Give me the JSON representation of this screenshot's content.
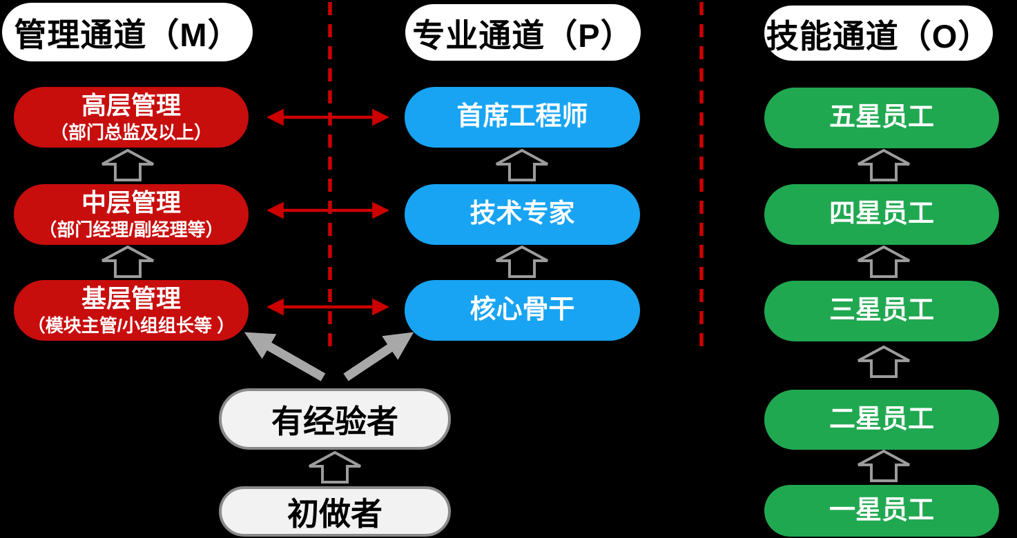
{
  "columns": [
    {
      "id": "management",
      "header": "管理通道（M）",
      "boxes": [
        {
          "title": "高层管理",
          "subtitle": "（部门总监及以上）"
        },
        {
          "title": "中层管理",
          "subtitle": "（部门经理/副经理等）"
        },
        {
          "title": "基层管理",
          "subtitle": "（模块主管/小组组长等 ）"
        }
      ]
    },
    {
      "id": "professional",
      "header": "专业通道（P）",
      "boxes": [
        {
          "title": "首席工程师"
        },
        {
          "title": "技术专家"
        },
        {
          "title": "核心骨干"
        }
      ]
    },
    {
      "id": "skill",
      "header": "技能通道（O）",
      "boxes": [
        {
          "title": "五星员工"
        },
        {
          "title": "四星员工"
        },
        {
          "title": "三星员工"
        },
        {
          "title": "二星员工"
        },
        {
          "title": "一星员工"
        }
      ]
    }
  ],
  "entry_path": {
    "boxes": [
      {
        "title": "有经验者"
      },
      {
        "title": "初做者"
      }
    ]
  },
  "colors": {
    "background": "#000000",
    "management_box": "#C80D0D",
    "professional_box": "#18A4F2",
    "skill_box": "#20A851",
    "divider_dashed_line": "#CC0000",
    "exchange_arrow": "#CC0000",
    "entry_transfer_arrow": "#A8A8A8",
    "up_arrow_outline": "#9C9C9C",
    "entry_box_fill": "#F2F2F2",
    "entry_box_border": "#8A8A8A",
    "header_pill_fill": "#FFFFFF",
    "box_text": "#FFFFFF",
    "header_text": "#000000"
  }
}
